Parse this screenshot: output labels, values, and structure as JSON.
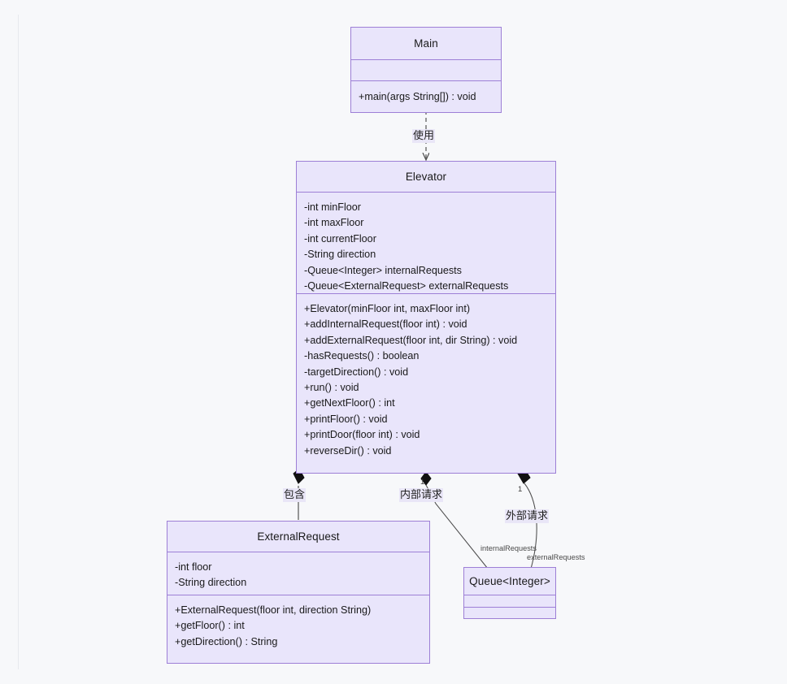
{
  "diagram": {
    "kind": "uml-class-diagram",
    "background_color": "#f7f8fa",
    "class_fill_color": "#e9e5fb",
    "class_border_color": "#9d7fd6",
    "edge_color": "#4d4d4d"
  },
  "classes": {
    "main": {
      "name": "Main",
      "attributes": [],
      "methods": [
        "+main(args String[]) : void"
      ]
    },
    "elevator": {
      "name": "Elevator",
      "attributes": [
        "-int minFloor",
        "-int maxFloor",
        "-int currentFloor",
        "-String direction",
        "-Queue<Integer> internalRequests",
        "-Queue<ExternalRequest> externalRequests"
      ],
      "methods": [
        "+Elevator(minFloor int, maxFloor int)",
        "+addInternalRequest(floor int) : void",
        "+addExternalRequest(floor int, dir String) : void",
        "-hasRequests() : boolean",
        "-targetDirection() : void",
        "+run() : void",
        "+getNextFloor() : int",
        "+printFloor() : void",
        "+printDoor(floor int) : void",
        "+reverseDir() : void"
      ]
    },
    "external_request": {
      "name": "ExternalRequest",
      "attributes": [
        "-int floor",
        "-String direction"
      ],
      "methods": [
        "+ExternalRequest(floor int, direction String)",
        "+getFloor() : int",
        "+getDirection() : String"
      ]
    },
    "queue": {
      "name": "Queue<Integer>",
      "attributes": [],
      "methods": []
    }
  },
  "edges": {
    "main_to_elevator": {
      "label": "使用",
      "type": "dependency-arrow"
    },
    "elevator_to_external_request": {
      "label": "包含",
      "type": "composition-diamond"
    },
    "elevator_internal_queue": {
      "label": "内部请求",
      "multiplicity": "1",
      "role": "internalRequests",
      "type": "composition-diamond"
    },
    "elevator_external_queue": {
      "label": "外部请求",
      "multiplicity": "1",
      "role": "externalRequests",
      "type": "composition-diamond"
    }
  }
}
